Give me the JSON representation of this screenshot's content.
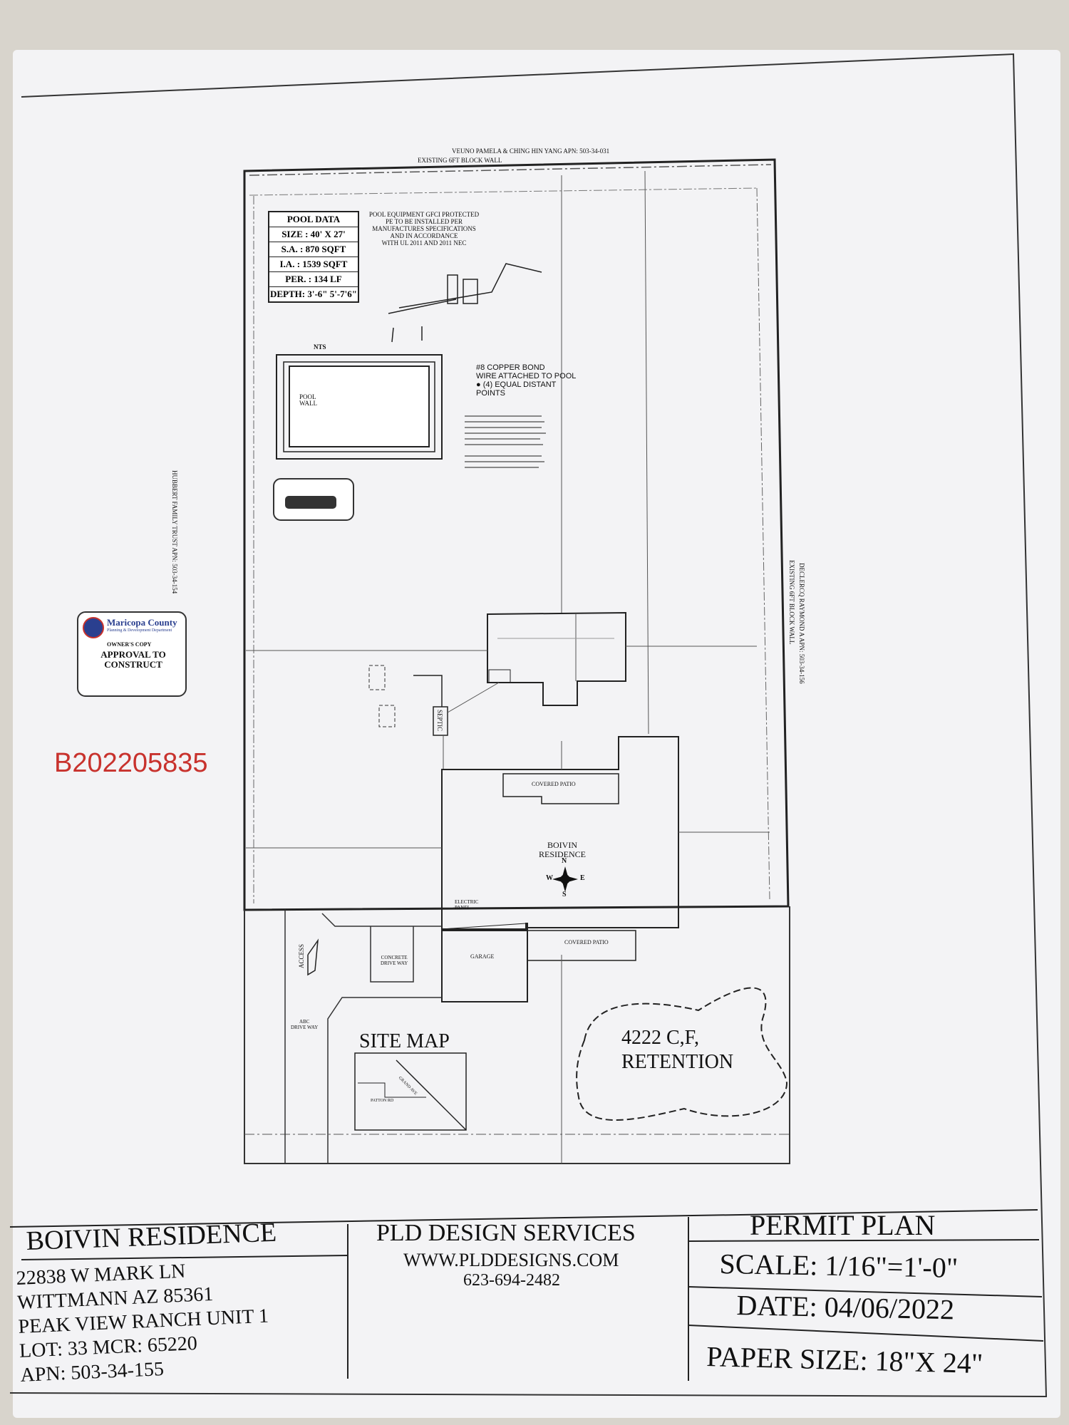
{
  "north_neighbor": "VEUNO PAMELA & CHING HIN YANG APN: 503-34-031",
  "north_wall": "EXISTING 6FT BLOCK WALL",
  "west_neighbor": "HUBBERT FAMILY TRUST APN: 503-34-154",
  "east_neighbor": "DECLERCQ RAYMOND A APN: 503-34-156",
  "east_wall": "EXISTING 6FT BLOCK WALL",
  "pool_data": {
    "title": "POOL DATA",
    "rows": [
      "SIZE : 40' X 27'",
      "S.A. : 870 SQFT",
      "I.A. : 1539 SQFT",
      "PER. : 134 LF",
      "DEPTH: 3'-6\" 5'-7'6\""
    ]
  },
  "equipment_note": [
    "POOL EQUIPMENT GFCI PROTECTED",
    "PE TO BE INSTALLED PER",
    "MANUFACTURES SPECIFICATIONS",
    "AND IN ACCORDANCE",
    "WITH UL 2011 AND 2011 NEC"
  ],
  "nts": "NTS",
  "pool_wall": [
    "POOL",
    "WALL"
  ],
  "bond_note": [
    "#8 COPPER BOND",
    "WIRE ATTACHED TO POOL",
    "(4) EQUAL DISTANT",
    "POINTS"
  ],
  "septic": "SEPTIC",
  "stamp": {
    "county": "Maricopa County",
    "dept": "Planning & Development Department",
    "copy": "OWNER'S COPY",
    "approval": [
      "APPROVAL TO",
      "CONSTRUCT"
    ]
  },
  "permit_number": "B202205835",
  "labels": {
    "covered_patio_top": "COVERED PATIO",
    "residence": [
      "BOIVIN",
      "RESIDENCE"
    ],
    "compass": {
      "n": "N",
      "s": "S",
      "e": "E",
      "w": "W"
    },
    "electric_panel": [
      "ELECTRIC",
      "PANEL"
    ],
    "garage": "GARAGE",
    "covered_patio_bottom": "COVERED PATIO",
    "concrete_drive": [
      "CONCRETE",
      "DRIVE WAY"
    ],
    "abc_drive": [
      "ABC",
      "DRIVE WAY"
    ],
    "access": "ACCESS",
    "site_map": "SITE MAP",
    "grand_ave": "GRAND AVE",
    "patton_rd": "PATTON RD",
    "retention": [
      "4222 C,F,",
      "RETENTION"
    ]
  },
  "title_block": {
    "project": "BOIVIN RESIDENCE",
    "address": [
      "22838 W MARK LN",
      "WITTMANN AZ 85361",
      "PEAK VIEW RANCH UNIT 1",
      "LOT: 33 MCR: 65220",
      "APN: 503-34-155"
    ],
    "firm": "PLD DESIGN SERVICES",
    "website": "WWW.PLDDESIGNS.COM",
    "phone": "623-694-2482",
    "plan_type": "PERMIT  PLAN",
    "scale": "SCALE: 1/16\"=1'-0\"",
    "date": "DATE: 04/06/2022",
    "paper_size": "PAPER SIZE: 18\"X 24\""
  },
  "colors": {
    "paper": "#f3f3f5",
    "ink": "#111111",
    "permit_red": "#c8322d",
    "stamp_blue": "#2a3f8f"
  }
}
